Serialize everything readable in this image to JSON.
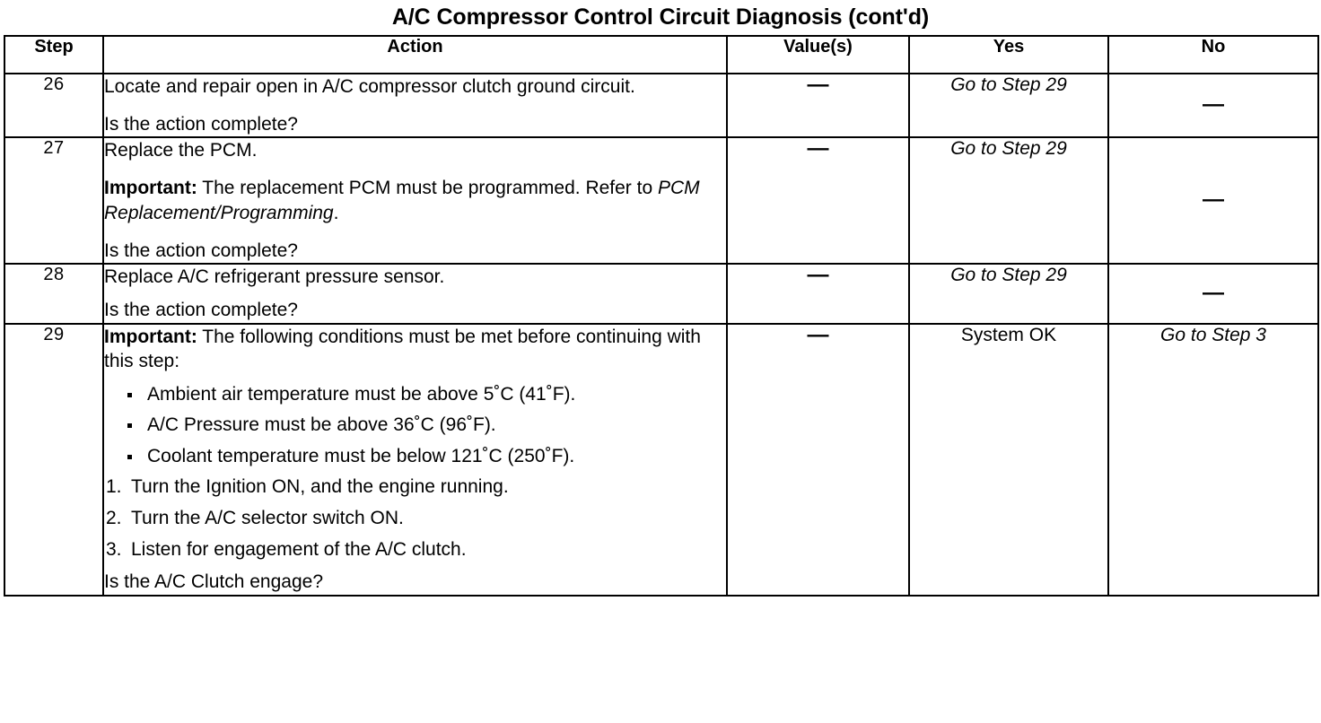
{
  "document": {
    "title": "A/C Compressor Control Circuit Diagnosis (cont'd)"
  },
  "table": {
    "headers": {
      "step": "Step",
      "action": "Action",
      "values": "Value(s)",
      "yes": "Yes",
      "no": "No"
    },
    "rows": [
      {
        "step": "26",
        "action": {
          "line1": "Locate and repair open in A/C compressor clutch ground circuit.",
          "question": "Is the action complete?"
        },
        "value": "—",
        "yes": "Go to Step 29",
        "no": "—"
      },
      {
        "step": "27",
        "action": {
          "line1": "Replace the PCM.",
          "important_label": "Important:",
          "important_text": " The replacement PCM must be programmed. Refer to ",
          "important_italic": "PCM Replacement/Programming",
          "important_tail": ".",
          "question": "Is the action complete?"
        },
        "value": "—",
        "yes": "Go to Step 29",
        "no": "—"
      },
      {
        "step": "28",
        "action": {
          "line1": "Replace A/C refrigerant pressure sensor.",
          "question": "Is the action complete?"
        },
        "value": "—",
        "yes": "Go to Step 29",
        "no": "—"
      },
      {
        "step": "29",
        "action": {
          "important_label": "Important:",
          "important_text": " The following conditions must be met before continuing with this step:",
          "conditions": [
            "Ambient air temperature must be above 5˚C (41˚F).",
            "A/C Pressure must be above 36˚C (96˚F).",
            "Coolant temperature must be below 121˚C (250˚F)."
          ],
          "numbered": [
            {
              "num": "1.",
              "text": "Turn the Ignition ON, and the engine running."
            },
            {
              "num": "2.",
              "text": "Turn the A/C selector switch ON."
            },
            {
              "num": "3.",
              "text": "Listen for engagement of the A/C clutch."
            }
          ],
          "question": "Is the A/C Clutch engage?"
        },
        "value": "—",
        "yes": "System OK",
        "no": "Go to Step 3"
      }
    ]
  }
}
